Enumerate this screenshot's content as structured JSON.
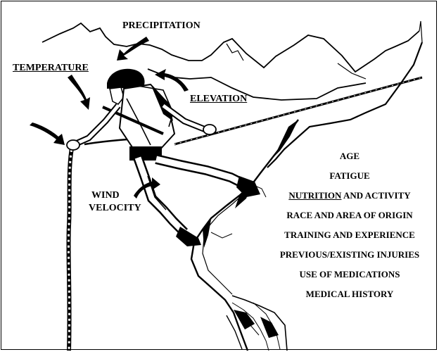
{
  "labels": {
    "precipitation": "PRECIPITATION",
    "temperature": "TEMPERATURE",
    "elevation": "ELEVATION",
    "wind_line1": "WIND",
    "wind_line2": "VELOCITY"
  },
  "factors": [
    {
      "text": "AGE"
    },
    {
      "text": "FATIGUE"
    },
    {
      "underlined": "NUTRITION",
      "text": " AND ACTIVITY"
    },
    {
      "text": "RACE AND AREA OF ORIGIN"
    },
    {
      "text": "TRAINING AND EXPERIENCE"
    },
    {
      "text": "PREVIOUS/EXISTING INJURIES"
    },
    {
      "text": "USE OF MEDICATIONS"
    },
    {
      "text": "MEDICAL HISTORY"
    }
  ],
  "colors": {
    "ink": "#000000",
    "paper": "#ffffff"
  },
  "icons": [
    "arrow-icon",
    "mountain-icon",
    "climber-icon",
    "rope-icon",
    "rock-crevice-icon"
  ]
}
